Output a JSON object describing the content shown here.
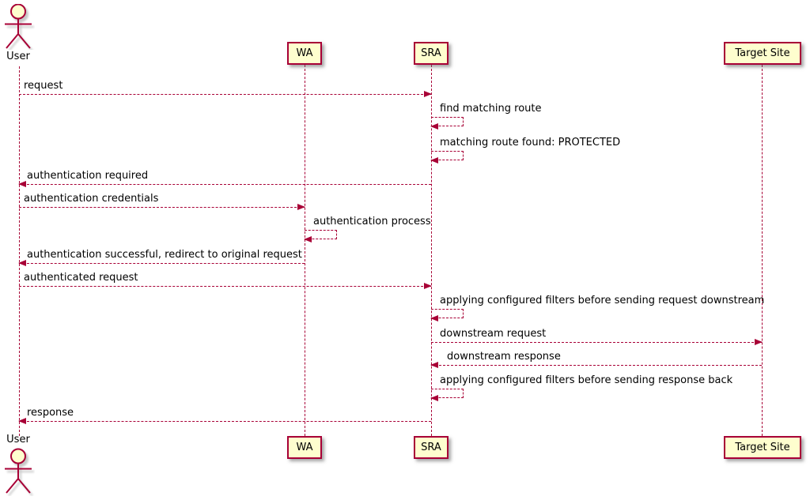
{
  "diagram": {
    "type": "sequence",
    "tool_style": "plantuml",
    "colors": {
      "participant_fill": "#FEFECE",
      "stroke": "#A80036",
      "text": "#000000",
      "background": "#FFFFFF"
    },
    "participants": [
      {
        "id": "user",
        "name": "User",
        "kind": "actor"
      },
      {
        "id": "wa",
        "name": "WA",
        "kind": "participant"
      },
      {
        "id": "sra",
        "name": "SRA",
        "kind": "participant"
      },
      {
        "id": "target",
        "name": "Target Site",
        "kind": "participant"
      }
    ],
    "messages": [
      {
        "from": "User",
        "to": "SRA",
        "style": "dashed",
        "text": "request"
      },
      {
        "from": "SRA",
        "to": "SRA",
        "style": "dashed",
        "text": "find matching route"
      },
      {
        "from": "SRA",
        "to": "SRA",
        "style": "dashed",
        "text": "matching route found: PROTECTED"
      },
      {
        "from": "SRA",
        "to": "User",
        "style": "dashed",
        "text": "authentication required"
      },
      {
        "from": "User",
        "to": "WA",
        "style": "dashed",
        "text": "authentication credentials"
      },
      {
        "from": "WA",
        "to": "WA",
        "style": "dashed",
        "text": "authentication process"
      },
      {
        "from": "WA",
        "to": "User",
        "style": "dashed",
        "text": "authentication successful, redirect to original request"
      },
      {
        "from": "User",
        "to": "SRA",
        "style": "dashed",
        "text": "authenticated request"
      },
      {
        "from": "SRA",
        "to": "SRA",
        "style": "dashed",
        "text": "applying configured filters before sending request downstream"
      },
      {
        "from": "SRA",
        "to": "Target Site",
        "style": "dashed",
        "text": "downstream request"
      },
      {
        "from": "Target Site",
        "to": "SRA",
        "style": "dashed",
        "text": "downstream response"
      },
      {
        "from": "SRA",
        "to": "SRA",
        "style": "dashed",
        "text": "applying configured filters before sending response back"
      },
      {
        "from": "SRA",
        "to": "User",
        "style": "dashed",
        "text": "response"
      }
    ]
  }
}
